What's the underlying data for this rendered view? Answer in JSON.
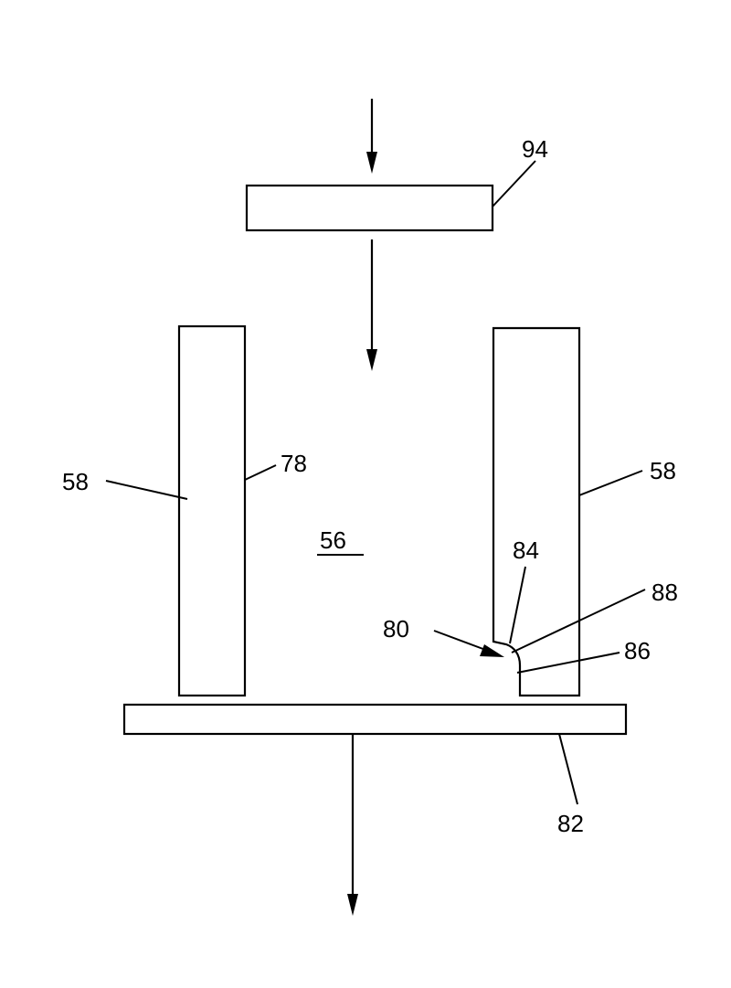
{
  "labels": {
    "ref_94": "94",
    "ref_58_left": "58",
    "ref_58_right": "58",
    "ref_78": "78",
    "ref_56": "56",
    "ref_84": "84",
    "ref_88": "88",
    "ref_80": "80",
    "ref_86": "86",
    "ref_82": "82"
  }
}
